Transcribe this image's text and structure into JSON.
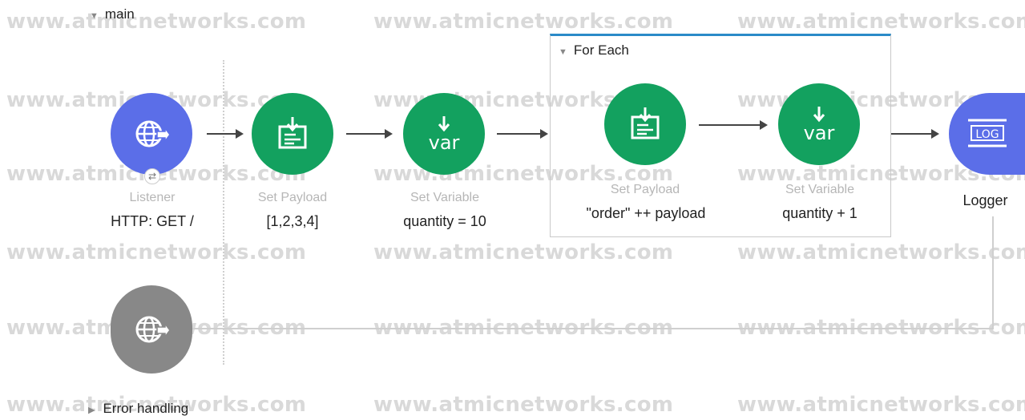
{
  "watermark": "www.atmicnetworks.com",
  "flow": {
    "name": "main",
    "error_handling": "Error handling"
  },
  "scope": {
    "title": "For Each"
  },
  "nodes": {
    "listener": {
      "name": "Listener",
      "detail": "HTTP: GET /",
      "icon": "globe-icon"
    },
    "set_payload_1": {
      "name": "Set Payload",
      "detail": "[1,2,3,4]",
      "icon": "set-payload-icon"
    },
    "set_variable_1": {
      "name": "Set Variable",
      "detail": "quantity = 10",
      "icon": "var-icon",
      "text": "var"
    },
    "set_payload_2": {
      "name": "Set Payload",
      "detail": "\"order\" ++ payload",
      "icon": "set-payload-icon"
    },
    "set_variable_2": {
      "name": "Set Variable",
      "detail": "quantity + 1",
      "icon": "var-icon",
      "text": "var"
    },
    "logger": {
      "name": "Logger",
      "icon": "log-icon",
      "text": "LOG"
    },
    "error_source": {
      "icon": "globe-icon"
    }
  },
  "colors": {
    "processor": "#13a15f",
    "source": "#5b6ee8",
    "disabled": "#888888",
    "scope_border": "#2b8ac8"
  }
}
